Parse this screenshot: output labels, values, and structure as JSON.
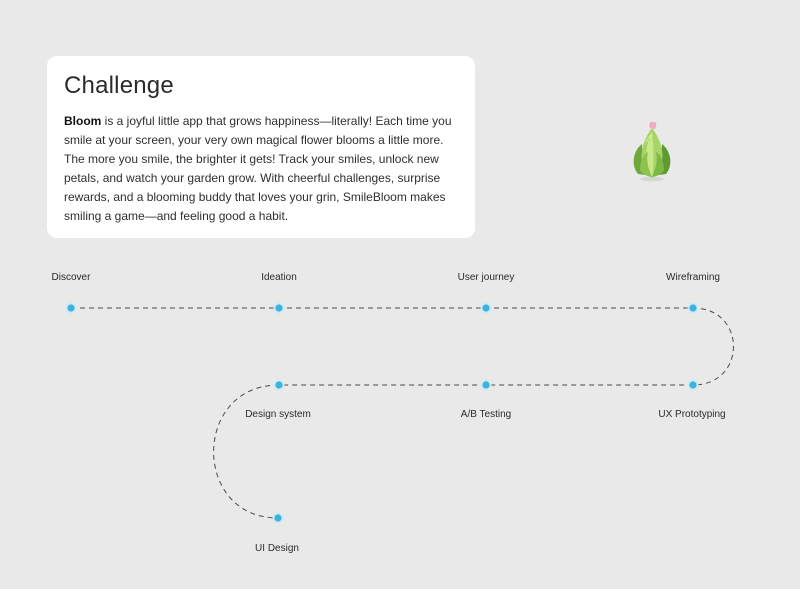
{
  "challenge": {
    "title": "Challenge",
    "brand": "Bloom",
    "body": " is a joyful little app that grows happiness—literally! Each time you smile at your screen, your very own magical flower blooms a little more. The more you smile, the brighter it gets! Track your smiles, unlock new petals, and watch your garden grow. With cheerful challenges, surprise rewards, and a blooming buddy that loves your grin, SmileBloom makes smiling a game—and feeling good a habit."
  },
  "illustration": {
    "icon": "flower-bud-icon",
    "colors": {
      "leaf_light": "#c9e88a",
      "leaf_mid": "#8cc34f",
      "leaf_dark": "#5f9a2e",
      "petal": "#f3a7c2"
    }
  },
  "roadmap": {
    "steps": [
      {
        "label": "Discover"
      },
      {
        "label": "Ideation"
      },
      {
        "label": "User journey"
      },
      {
        "label": "Wireframing"
      },
      {
        "label": "UX Prototyping"
      },
      {
        "label": "A/B Testing"
      },
      {
        "label": "Design system"
      },
      {
        "label": "UI Design"
      }
    ],
    "colors": {
      "node": "#3ab4dd",
      "node_ring": "#cfeaf5",
      "line": "#4a4a4a"
    }
  }
}
